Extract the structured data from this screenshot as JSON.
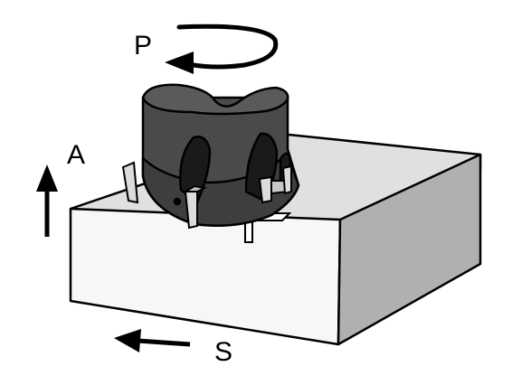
{
  "labels": {
    "rotation": "P",
    "axial": "A",
    "feed": "S"
  },
  "colors": {
    "outline": "#000000",
    "block_top": "#e0e0e0",
    "block_front": "#f7f7f7",
    "block_right": "#b0b0b0",
    "cutter_dark": "#4a4a4a",
    "cutter_top": "#6a6a6a",
    "cutter_flute": "#1a1a1a",
    "insert": "#dcdcdc",
    "background": "#ffffff"
  },
  "icons": [
    "rotation-arrow-icon",
    "axial-arrow-icon",
    "feed-arrow-icon"
  ]
}
